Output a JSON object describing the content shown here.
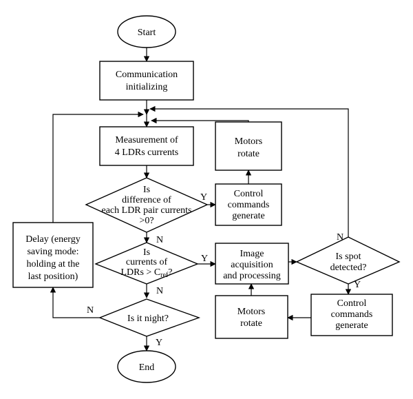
{
  "diagram": {
    "start": "Start",
    "communication": [
      "Communication",
      "initializing"
    ],
    "measurement": [
      "Measurement of",
      "4 LDRs currents"
    ],
    "motors_top": [
      "Motors",
      "rotate"
    ],
    "decision_difference": [
      "Is",
      "difference of",
      "each LDR pair currents",
      ">0?"
    ],
    "control_top": [
      "Control",
      "commands",
      "generate"
    ],
    "decision_currents": {
      "line1": "Is",
      "line2": "currents of",
      "line3_prefix": "LDRs > C",
      "line3_sub": "ref",
      "line3_suffix": "?"
    },
    "image_acquisition": [
      "Image",
      "acquisition",
      "and processing"
    ],
    "decision_spot": [
      "Is spot",
      "detected?"
    ],
    "delay": [
      "Delay (energy",
      "saving mode:",
      "holding at the",
      "last position)"
    ],
    "decision_night": "Is it night?",
    "motors_bottom": [
      "Motors",
      "rotate"
    ],
    "control_bottom": [
      "Control",
      "commands",
      "generate"
    ],
    "end": "End",
    "edge_labels": {
      "yes": "Y",
      "no": "N"
    }
  }
}
